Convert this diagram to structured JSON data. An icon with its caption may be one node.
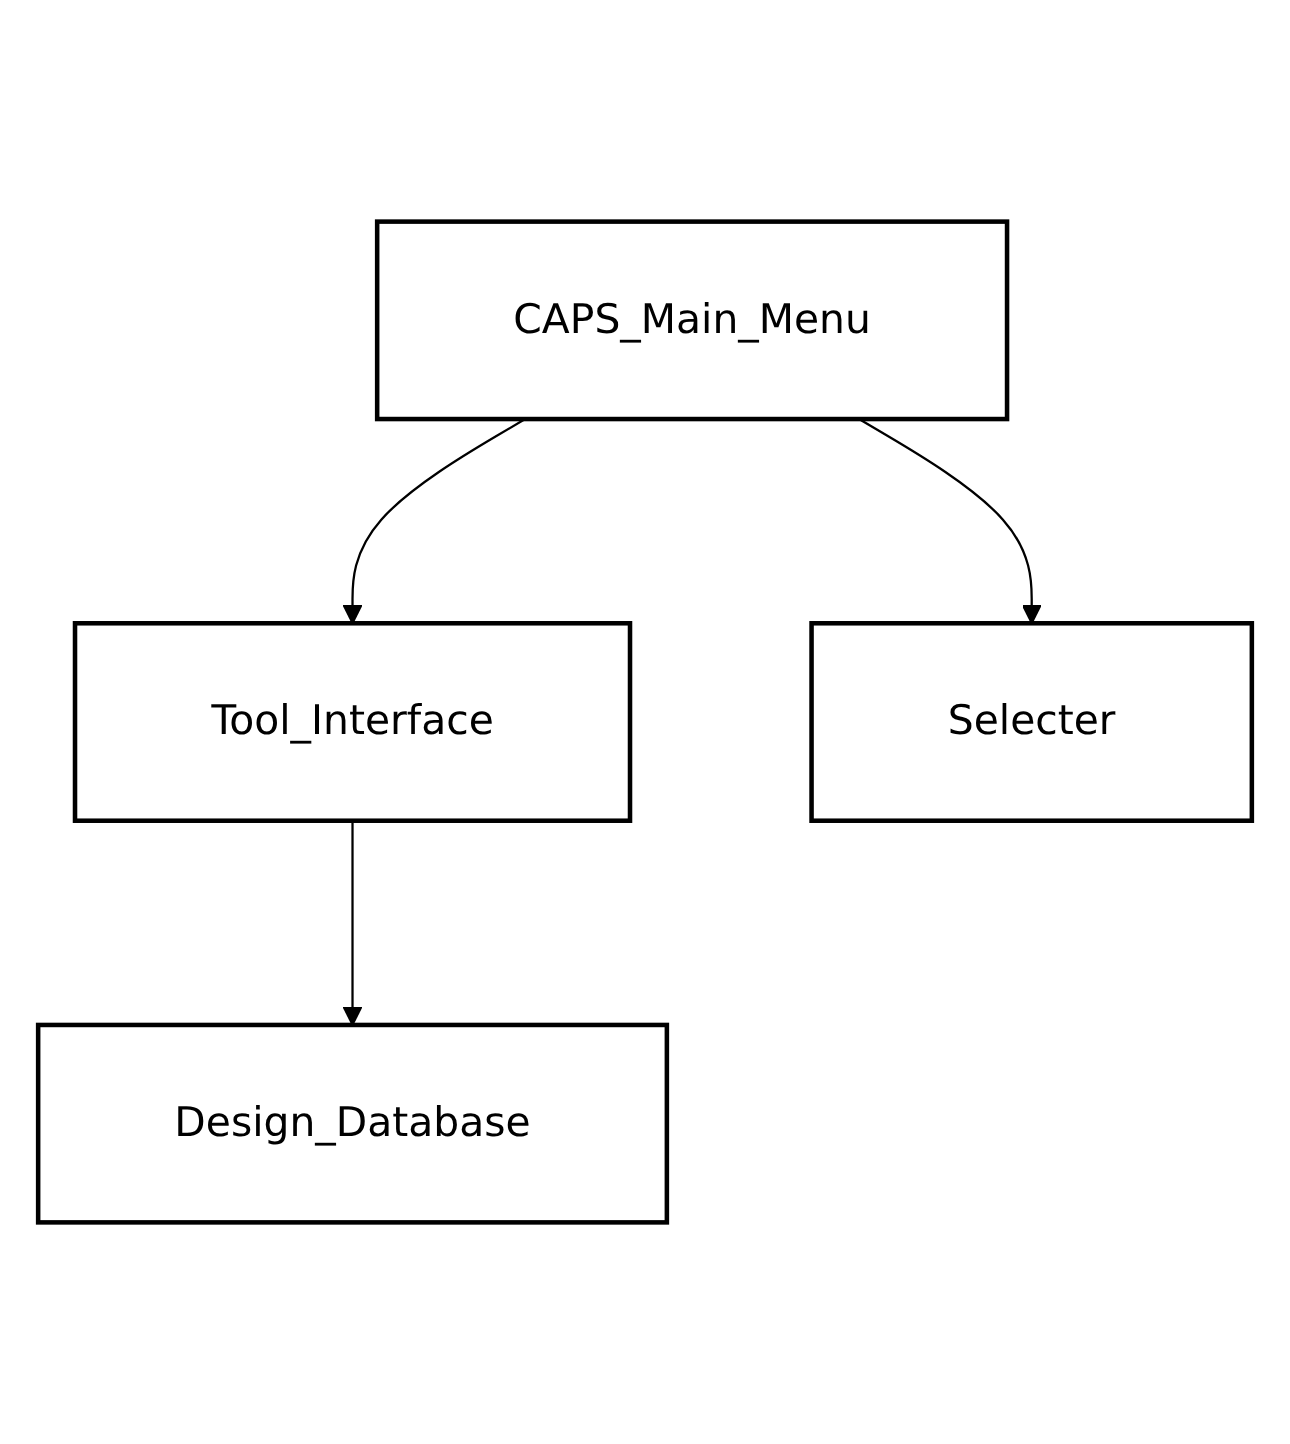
{
  "diagram": {
    "nodes": [
      {
        "text": [
          "CAPS_Main_Menu"
        ]
      },
      {
        "text": [
          "Tool_Interface"
        ]
      },
      {
        "text": [
          "Selecter"
        ]
      },
      {
        "text": [
          "Design_Database"
        ]
      }
    ],
    "edges": [
      {
        "from": 0,
        "to": 1,
        "arrow": "to"
      },
      {
        "from": 0,
        "to": 2,
        "arrow": "to"
      },
      {
        "from": 1,
        "to": 3,
        "arrow": "to"
      }
    ]
  }
}
